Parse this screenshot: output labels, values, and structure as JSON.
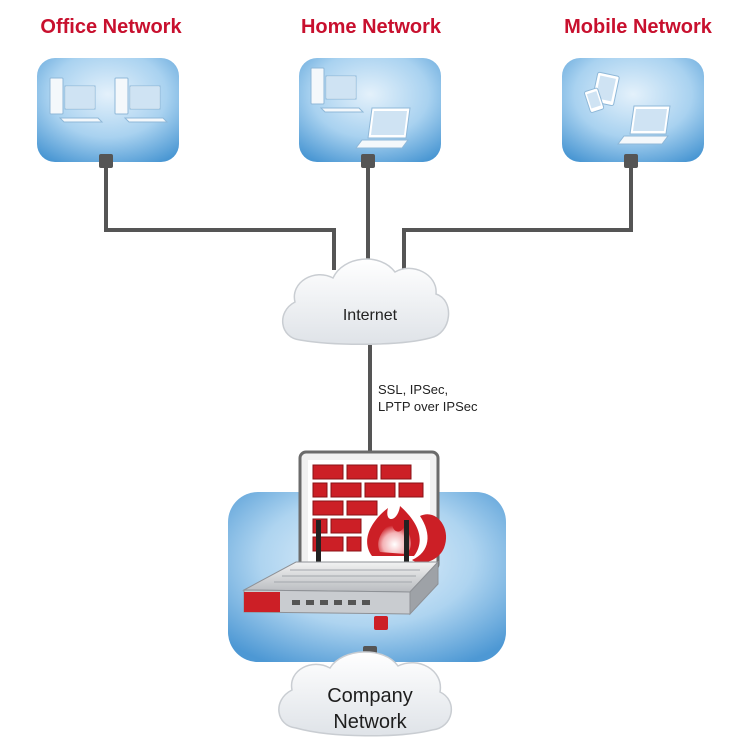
{
  "colors": {
    "title_red": "#c8102e",
    "box_light": "#cfe6f7",
    "box_dark": "#4f9fd8",
    "line": "#555555",
    "firewall_red": "#cc1f26"
  },
  "networks": [
    {
      "title": "Office Network",
      "icons": [
        "desktop-computer-icon",
        "desktop-computer-icon"
      ]
    },
    {
      "title": "Home Network",
      "icons": [
        "desktop-computer-icon",
        "laptop-icon"
      ]
    },
    {
      "title": "Mobile Network",
      "icons": [
        "tablet-icon",
        "smartphone-icon",
        "laptop-icon"
      ]
    }
  ],
  "internet": {
    "label": "Internet",
    "icon": "cloud-icon"
  },
  "connection": {
    "protocols": [
      "SSL, IPSec,",
      "LPTP over IPSec"
    ]
  },
  "firewall": {
    "icons": [
      "firewall-icon",
      "router-icon"
    ]
  },
  "company": {
    "label_lines": [
      "Company",
      "Network"
    ],
    "icon": "cloud-icon"
  }
}
